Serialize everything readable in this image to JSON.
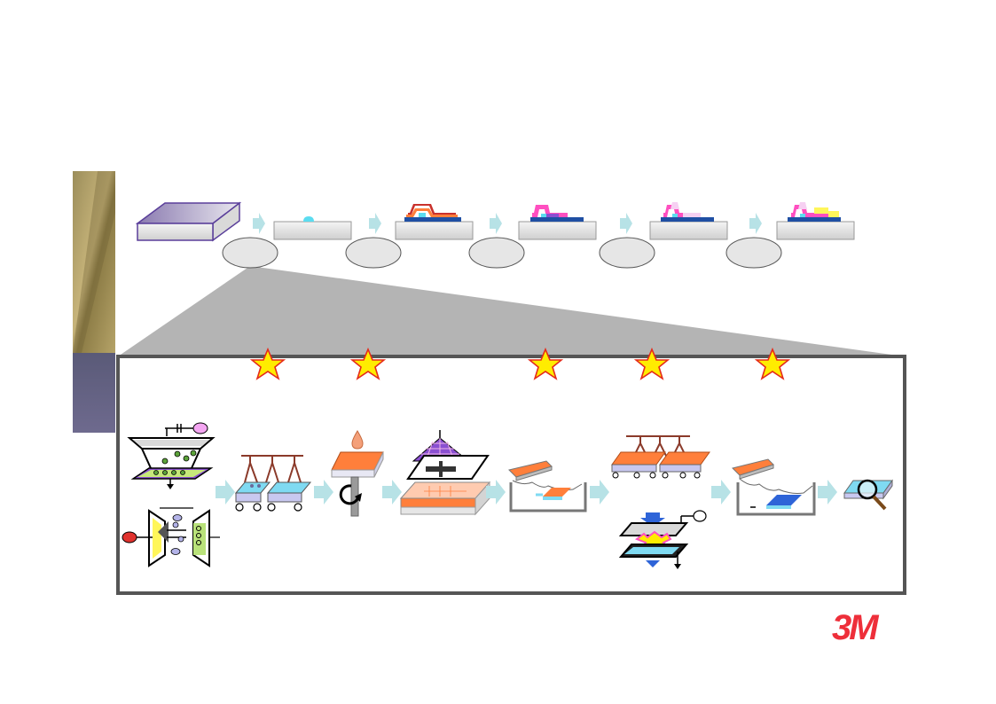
{
  "logo": {
    "text": "3M",
    "color": "#ee2f3a"
  },
  "colors": {
    "frame": "#555555",
    "zoom_wedge": "#b4b4b4",
    "arrow": "#b7e2e6",
    "star_fill": "#ffec00",
    "star_stroke": "#e52a1a",
    "wafer_top": "#f2f2f2",
    "wafer_side": "#c9c9c9",
    "orange": "#ff7f3b",
    "blue": "#1f4fa3",
    "cyan": "#5bdcf0",
    "magenta": "#ff4fc0",
    "purple": "#8a4fd1",
    "yellow": "#fff65a"
  },
  "top_process": {
    "stage_count": 6,
    "step_labels": [
      "",
      "",
      "",
      "",
      ""
    ]
  },
  "detail_process": {
    "highlighted_steps": 5,
    "icons": [
      "plasma-cvd-chamber-icon",
      "sputter-chamber-icon",
      "wafer-cleaning-icon",
      "spin-coater-icon",
      "photomask-exposure-icon",
      "develop-bath-icon",
      "etch-chamber-icon",
      "ion-implant-icon",
      "strip-bath-icon",
      "inspection-magnifier-icon"
    ]
  }
}
